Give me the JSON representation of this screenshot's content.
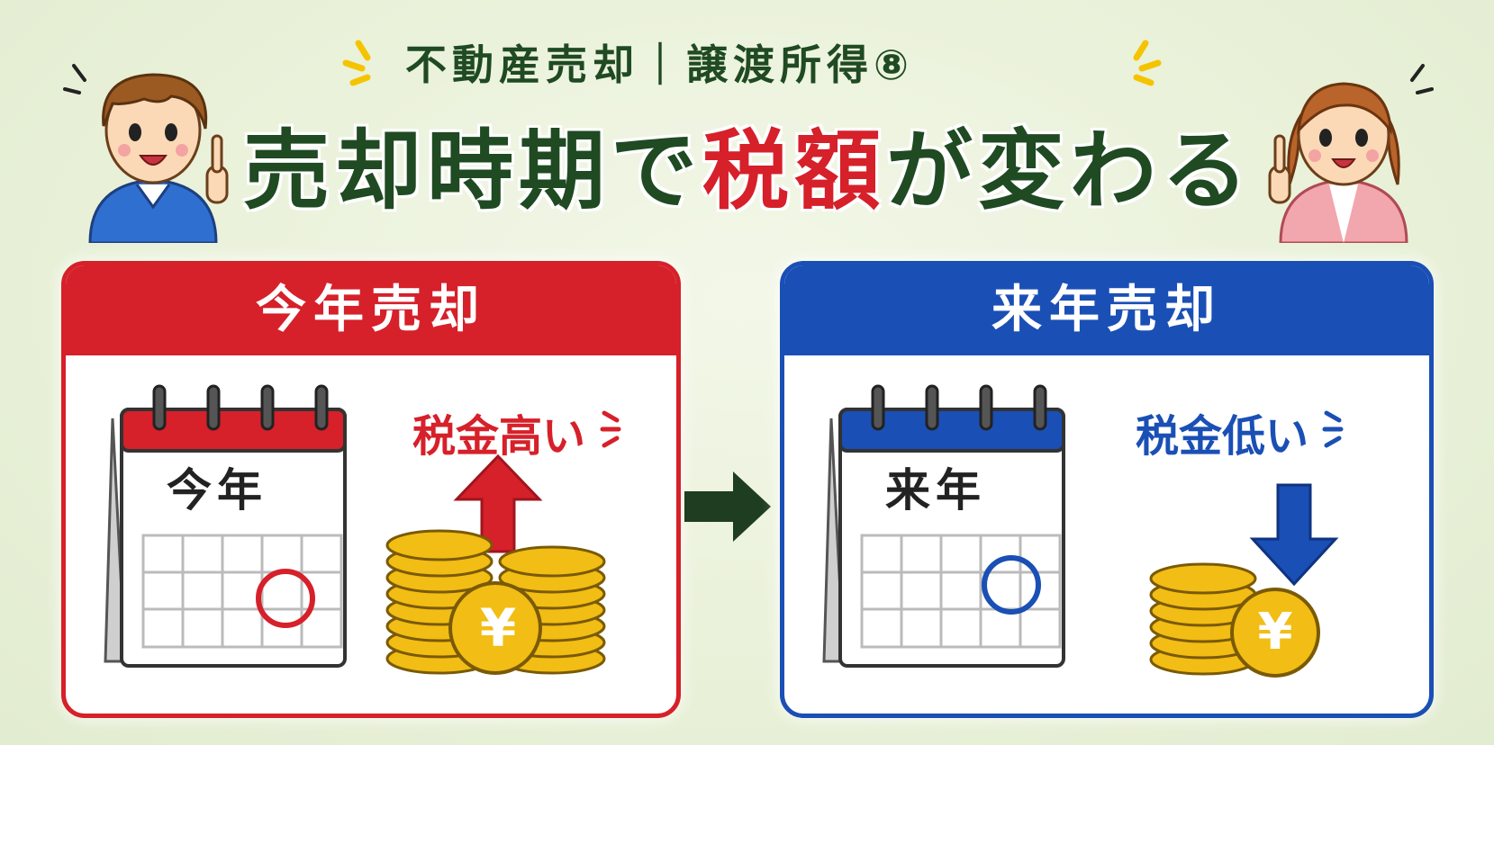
{
  "header": {
    "subtitle": "不動産売却｜譲渡所得⑧",
    "title_part1": "売却時期で",
    "title_accent": "税額",
    "title_part2": "が変わる"
  },
  "panels": {
    "this_year": {
      "heading": "今年売却",
      "calendar_year": "今年",
      "tax_label": "税金高い",
      "currency_symbol": "¥"
    },
    "next_year": {
      "heading": "来年売却",
      "calendar_year": "来年",
      "tax_label": "税金低い",
      "currency_symbol": "¥"
    }
  },
  "colors": {
    "title_green": "#1f4a22",
    "accent_red": "#d6202a",
    "accent_blue": "#1a4fb5",
    "coin_gold": "#f2bd14"
  }
}
